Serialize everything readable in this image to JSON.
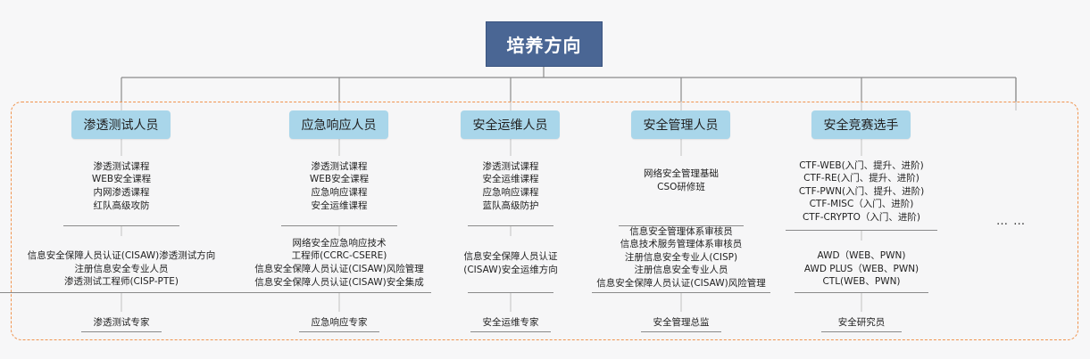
{
  "diagram": {
    "root": "培养方向",
    "more": "… …",
    "tracks": [
      {
        "label": "渗透测试人员",
        "courses": [
          "渗透测试课程",
          "WEB安全课程",
          "内网渗透课程",
          "红队高级攻防"
        ],
        "certs": [
          "信息安全保障人员认证(CISAW)渗透测试方向",
          "注册信息安全专业人员",
          "渗透测试工程师(CISP-PTE)"
        ],
        "role": "渗透测试专家"
      },
      {
        "label": "应急响应人员",
        "courses": [
          "渗透测试课程",
          "WEB安全课程",
          "应急响应课程",
          "安全运维课程"
        ],
        "certs": [
          "网络安全应急响应技术",
          "工程师(CCRC-CSERE)",
          "信息安全保障人员认证(CISAW)风险管理",
          "信息安全保障人员认证(CISAW)安全集成"
        ],
        "role": "应急响应专家"
      },
      {
        "label": "安全运维人员",
        "courses": [
          "渗透测试课程",
          "安全运维课程",
          "应急响应课程",
          "蓝队高级防护"
        ],
        "certs": [
          "信息安全保障人员认证",
          "(CISAW)安全运维方向"
        ],
        "role": "安全运维专家"
      },
      {
        "label": "安全管理人员",
        "courses": [
          "网络安全管理基础",
          "CSO研修班"
        ],
        "certs": [
          "信息安全管理体系审核员",
          "信息技术服务管理体系审核员",
          "注册信息安全专业人(CISP)",
          "注册信息安全专业人员",
          "信息安全保障人员认证(CISAW)风险管理"
        ],
        "role": "安全管理总监"
      },
      {
        "label": "安全竞赛选手",
        "courses": [
          "CTF-WEB(入门、提升、进阶)",
          "CTF-RE(入门、提升、进阶)",
          "CTF-PWN(入门、提升、进阶)",
          "CTF-MISC（入门、进阶)",
          "CTF-CRYPTO（入门、进阶)"
        ],
        "certs": [
          "AWD（WEB、PWN)",
          "AWD PLUS（WEB、PWN)",
          "CTL(WEB、PWN)"
        ],
        "role": "安全研究员"
      }
    ]
  },
  "colors": {
    "root_fill": "#4a6694",
    "track_fill": "#a9d6ea",
    "frame_border": "#f0944f",
    "connector": "#8a8a8a"
  }
}
